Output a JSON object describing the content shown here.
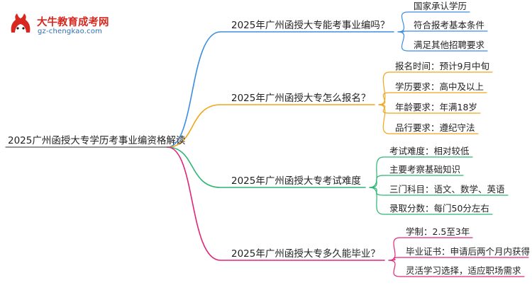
{
  "logo": {
    "title": "大牛教育成考网",
    "url": "gz-chengkao.com",
    "mark_text": "大牛"
  },
  "mindmap": {
    "root": "2025广州函授大专学历考事业编资格解读",
    "branches": [
      {
        "label": "2025年广州函授大专能考事业编吗？",
        "color": "#3b8de0",
        "leaves": [
          "国家承认学历",
          "符合报考基本条件",
          "满足其他招聘要求"
        ]
      },
      {
        "label": "2025年广州函授大专怎么报名？",
        "color": "#f2a51a",
        "leaves": [
          "报名时间：预计9月中旬",
          "学历要求：高中及以上",
          "年龄要求：年满18岁",
          "品行要求：遵纪守法"
        ]
      },
      {
        "label": "2025年广州函授大专考试难度",
        "color": "#2bb673",
        "leaves": [
          "考试难度：相对较低",
          "主要考察基础知识",
          "三门科目：语文、数学、英语",
          "录取分数：每门50分左右"
        ]
      },
      {
        "label": "2025年广州函授大专多久能毕业？",
        "color": "#e0267a",
        "leaves": [
          "学制：2.5至3年",
          "毕业证书：申请后两个月内获得",
          "灵活学习选择，适应职场需求"
        ]
      }
    ]
  }
}
